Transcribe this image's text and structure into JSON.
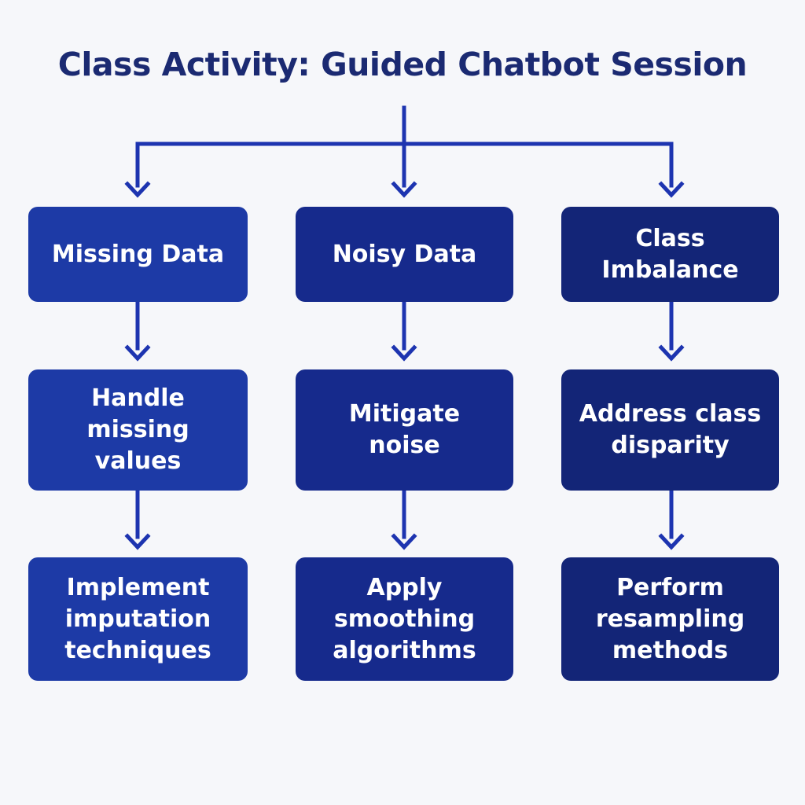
{
  "title": "Class Activity: Guided Chatbot Session",
  "colors": {
    "background": "#f6f7fa",
    "title": "#1b2a72",
    "arrows": "#1d34b0",
    "column_1_box": "#1d3aa6",
    "column_2_box": "#162a8c",
    "column_3_box": "#132577",
    "box_text": "#ffffff"
  },
  "columns": [
    {
      "category": "Missing Data",
      "step": "Handle missing values",
      "technique": "Implement imputation techniques"
    },
    {
      "category": "Noisy Data",
      "step": "Mitigate noise",
      "technique": "Apply smoothing algorithms"
    },
    {
      "category": "Class Imbalance",
      "step": "Address class disparity",
      "technique": "Perform resampling methods"
    }
  ]
}
